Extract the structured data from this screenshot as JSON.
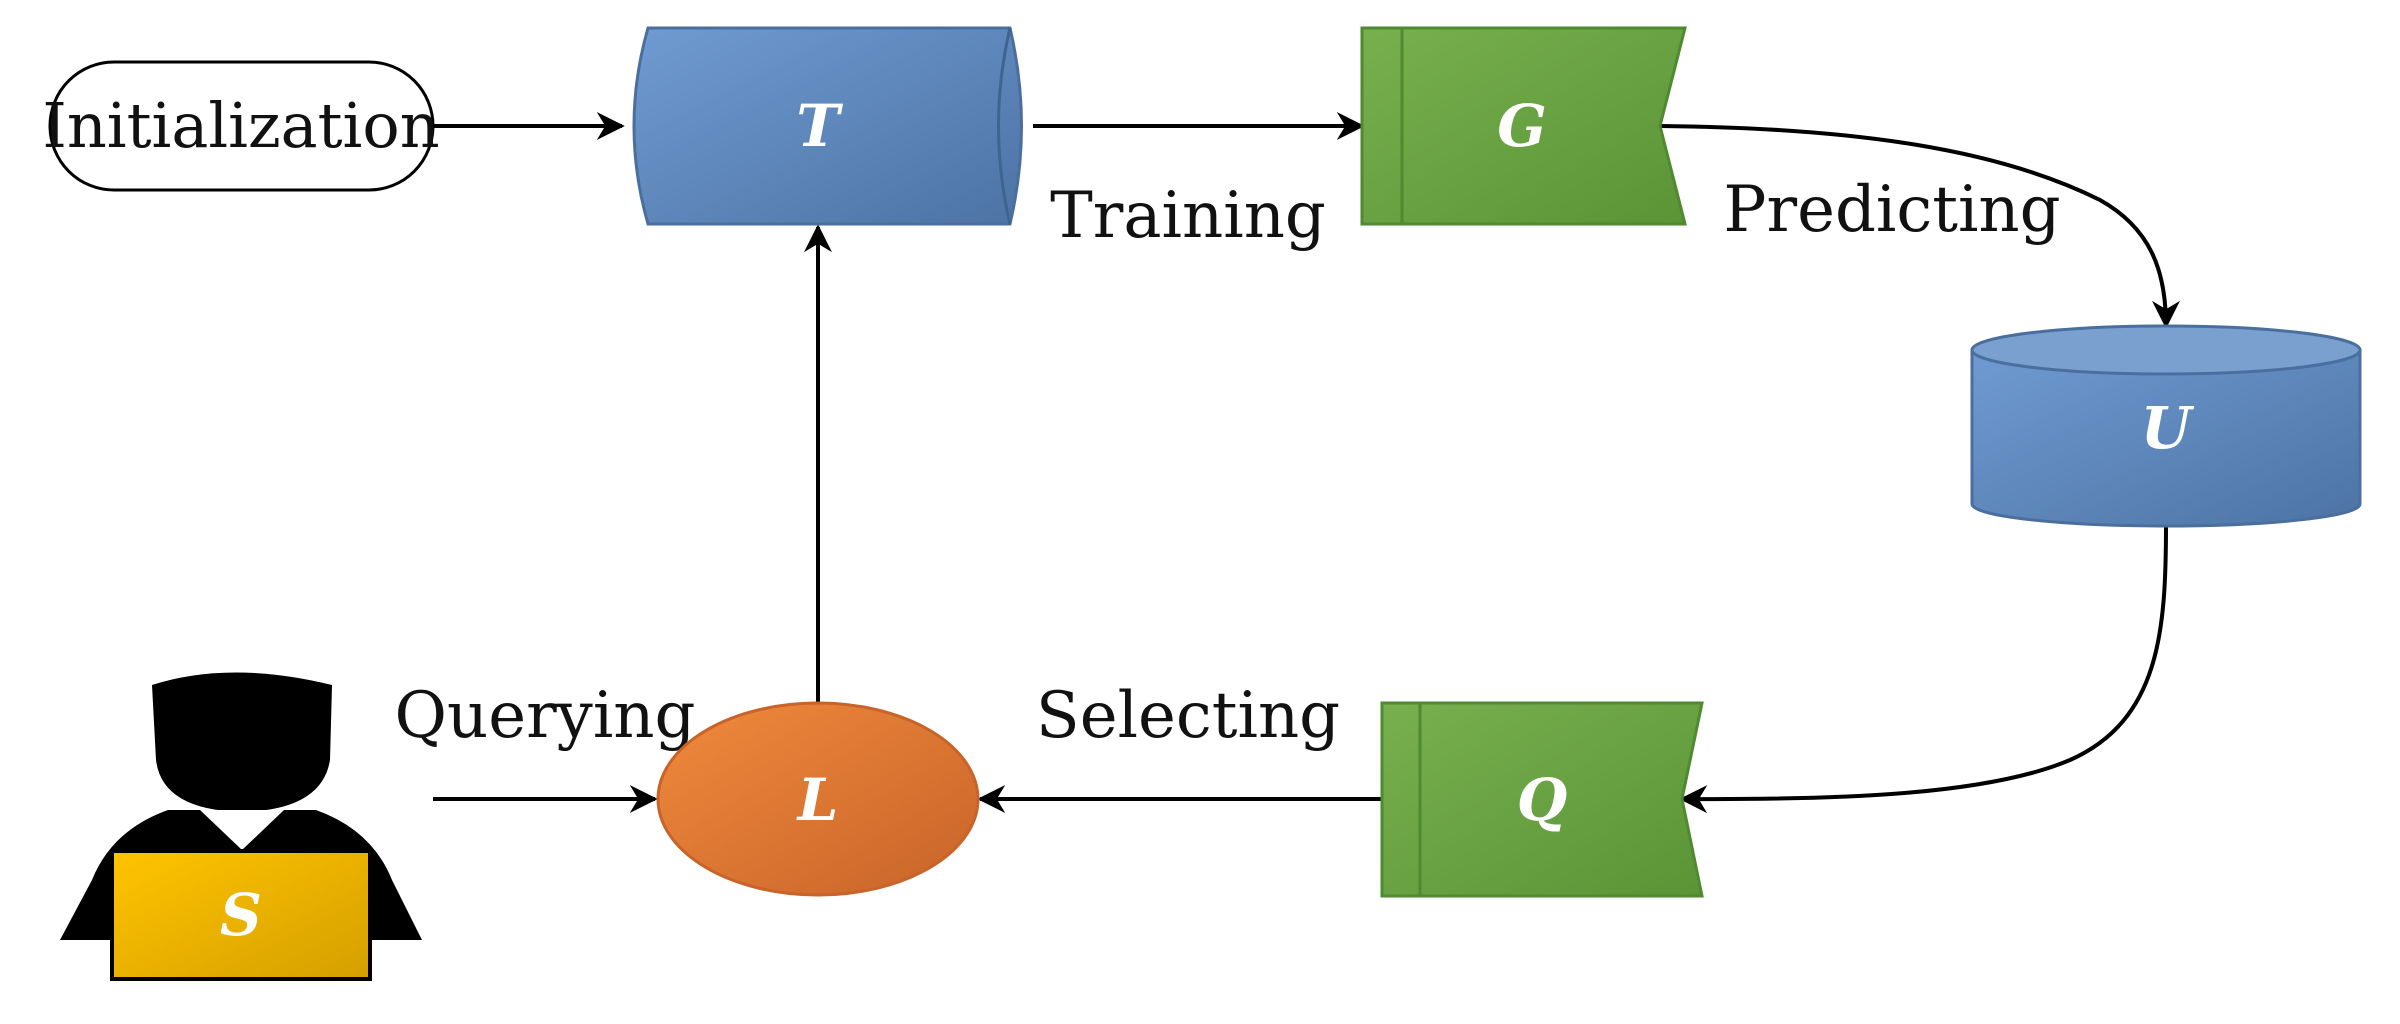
{
  "nodes": {
    "initialization": "Initialization",
    "t": "T",
    "g": "G",
    "u": "U",
    "q": "Q",
    "l": "L",
    "s": "S"
  },
  "edges": {
    "training": "Training",
    "predicting": "Predicting",
    "selecting": "Selecting",
    "querying": "Querying"
  },
  "colors": {
    "blue": "#5b84b8",
    "blue_dark": "#4a6f9e",
    "green": "#6aa344",
    "green_dark": "#4f8a30",
    "orange": "#e47a30",
    "orange_dark": "#c8632a",
    "gold": "#f2b800",
    "gold_dark": "#d59f00"
  }
}
